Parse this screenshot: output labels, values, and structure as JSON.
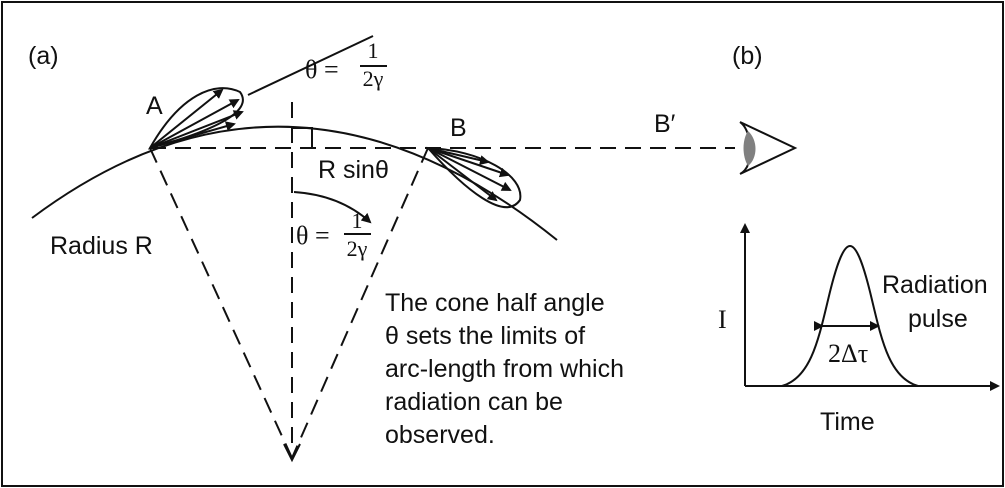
{
  "panel_a": {
    "label": "(a)",
    "point_a": "A",
    "point_b": "B",
    "angle_top": {
      "lhs": "θ =",
      "num": "1",
      "den": "2γ"
    },
    "r_sin": "R sinθ",
    "angle_center": {
      "lhs": "θ =",
      "num": "1",
      "den": "2γ"
    },
    "radius": "Radius R",
    "caption_lines": [
      "The cone half angle",
      "θ sets the limits of",
      "arc-length from which",
      "radiation can be",
      "observed."
    ]
  },
  "panel_b": {
    "label": "(b)",
    "point_b_prime": "B′",
    "y_axis": "I",
    "x_axis": "Time",
    "pulse_label_line1": "Radiation",
    "pulse_label_line2": "pulse",
    "width_label": "2Δτ"
  },
  "colors": {
    "eye_iris": "#808080",
    "frame": "#111111"
  }
}
